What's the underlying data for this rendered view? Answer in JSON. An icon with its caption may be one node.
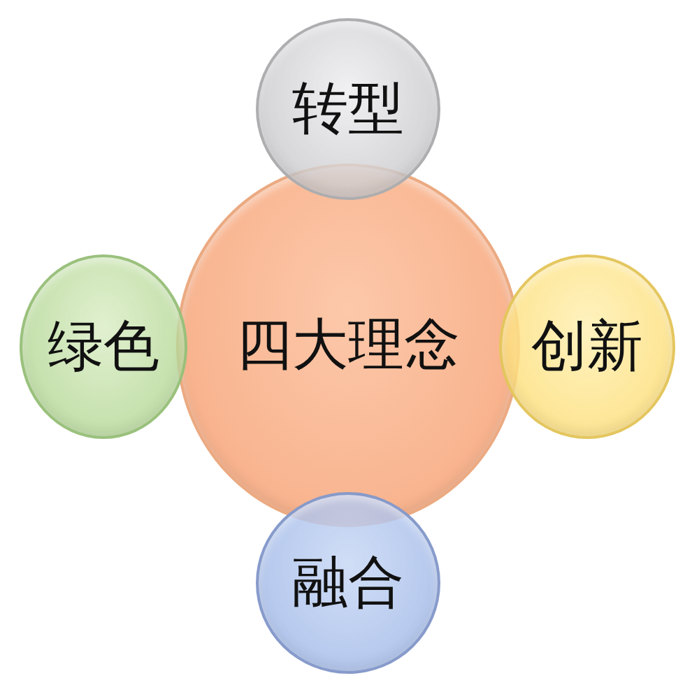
{
  "diagram": {
    "nodes": [
      {
        "text": [
          "转型"
        ]
      },
      {
        "text": [
          "绿色"
        ]
      },
      {
        "text": [
          "四大理念"
        ]
      },
      {
        "text": [
          "创新"
        ]
      },
      {
        "text": [
          "融合"
        ]
      }
    ]
  }
}
